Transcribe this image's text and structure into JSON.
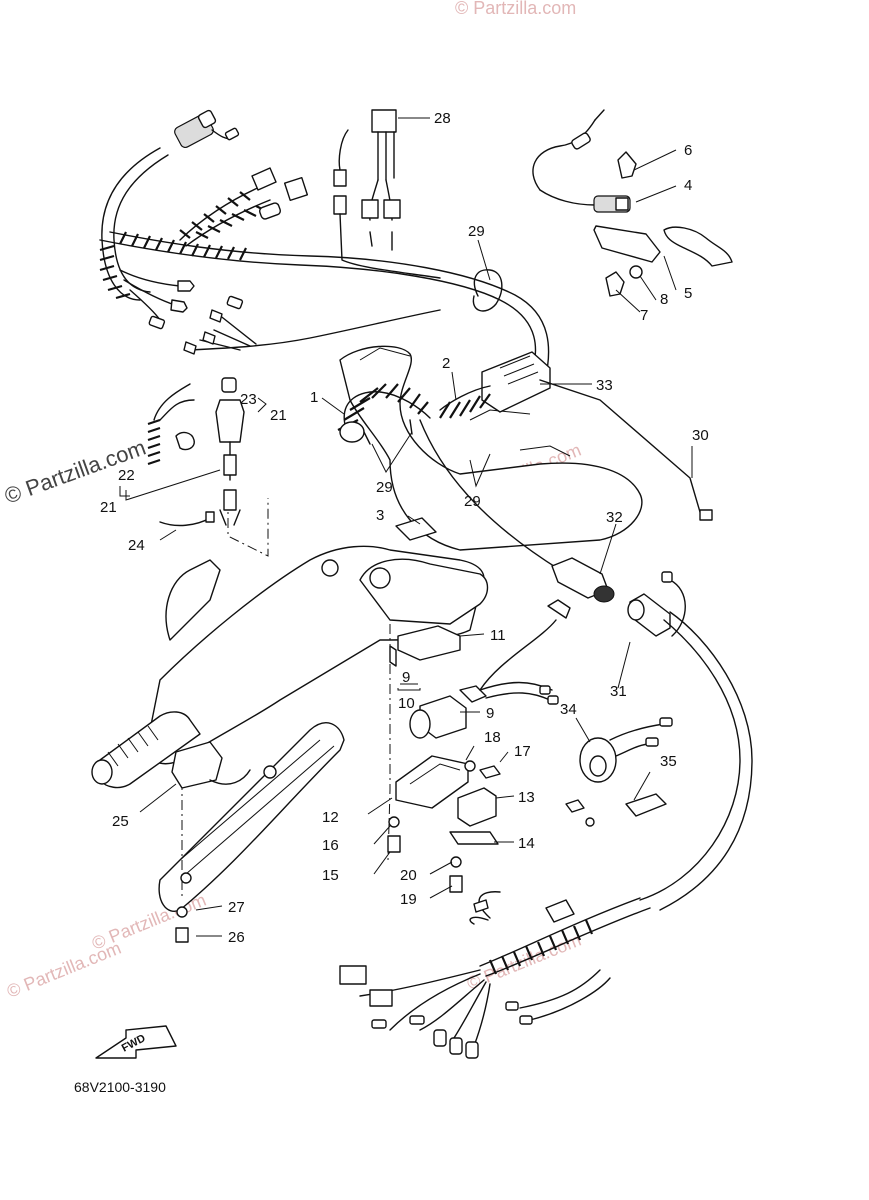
{
  "diagram": {
    "part_code": "68V2100-3190",
    "watermark": "© Partzilla.com",
    "fwd_label": "FWD",
    "callouts": [
      "28",
      "6",
      "4",
      "5",
      "8",
      "7",
      "29",
      "2",
      "33",
      "1",
      "23",
      "21",
      "22",
      "30",
      "29",
      "29",
      "3",
      "32",
      "24",
      "11",
      "9",
      "10",
      "9",
      "18",
      "17",
      "31",
      "34",
      "35",
      "13",
      "12",
      "14",
      "16",
      "15",
      "20",
      "19",
      "25",
      "27",
      "26"
    ]
  }
}
